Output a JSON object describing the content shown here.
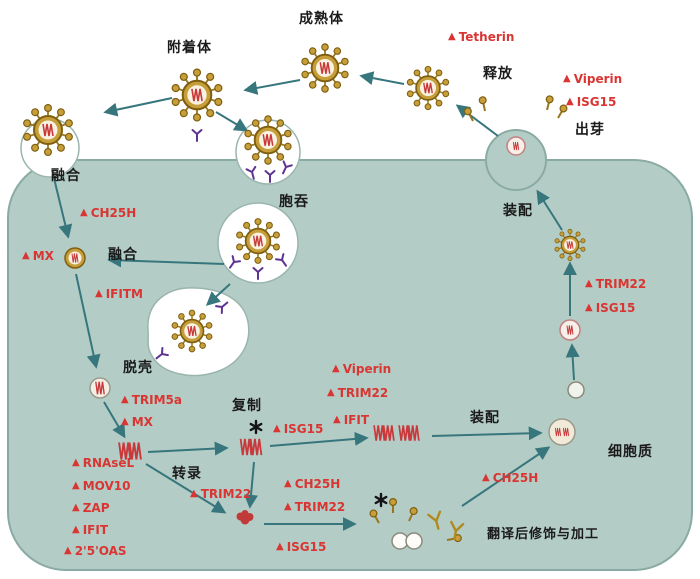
{
  "icons": {
    "restriction_triangle": "▲"
  },
  "stages": {
    "mature_virion": "成熟体",
    "attachment": "附着体",
    "release": "释放",
    "budding": "出芽",
    "fusion_membrane": "融合",
    "endocytosis": "胞吞",
    "fusion_endosome": "融合",
    "assembly_membrane": "装配",
    "uncoating": "脱壳",
    "replication": "复制",
    "transcription": "转录",
    "assembly_cytoplasm": "装配",
    "cytoplasm": "细胞质",
    "post_translation": "翻译后修饰与加工"
  },
  "factors": [
    {
      "name": "Tetherin"
    },
    {
      "name": "Viperin"
    },
    {
      "name": "ISG15"
    },
    {
      "name": "CH25H"
    },
    {
      "name": "MX"
    },
    {
      "name": "IFITM"
    },
    {
      "name": "TRIM22"
    },
    {
      "name": "ISG15"
    },
    {
      "name": "TRIM5a"
    },
    {
      "name": "MX"
    },
    {
      "name": "Viperin"
    },
    {
      "name": "TRIM22"
    },
    {
      "name": "ISG15"
    },
    {
      "name": "IFIT"
    },
    {
      "name": "RNAseL"
    },
    {
      "name": "MOV10"
    },
    {
      "name": "ZAP"
    },
    {
      "name": "IFIT"
    },
    {
      "name": "2'5'OAS"
    },
    {
      "name": "TRIM22"
    },
    {
      "name": "CH25H"
    },
    {
      "name": "TRIM22"
    },
    {
      "name": "ISG15"
    },
    {
      "name": "CH25H"
    }
  ],
  "colors": {
    "cell_fill": "#b4ccc6",
    "membrane": "#8aaba4",
    "arrow": "#36767c",
    "virus_gold": "#c79f3a",
    "virus_dark": "#7e5f11",
    "rna_red": "#c9393b",
    "receptor_purple": "#5f3391",
    "factor_red": "#d93532"
  }
}
